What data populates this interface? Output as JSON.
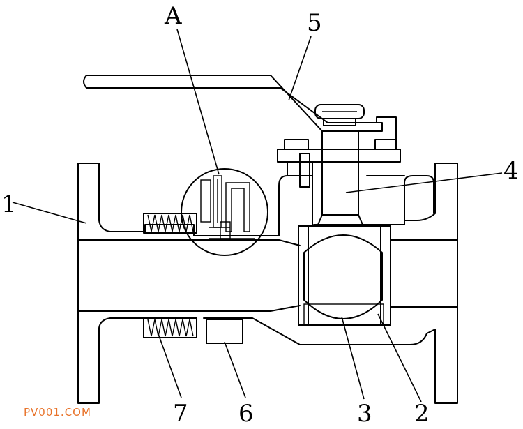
{
  "labels": {
    "A": "A",
    "n1": "1",
    "n2": "2",
    "n3": "3",
    "n4": "4",
    "n5": "5",
    "n6": "6",
    "n7": "7"
  },
  "watermark": "PV001.COM",
  "colors": {
    "line": "#000000",
    "watermark": "#e8732a",
    "background": "#ffffff"
  }
}
